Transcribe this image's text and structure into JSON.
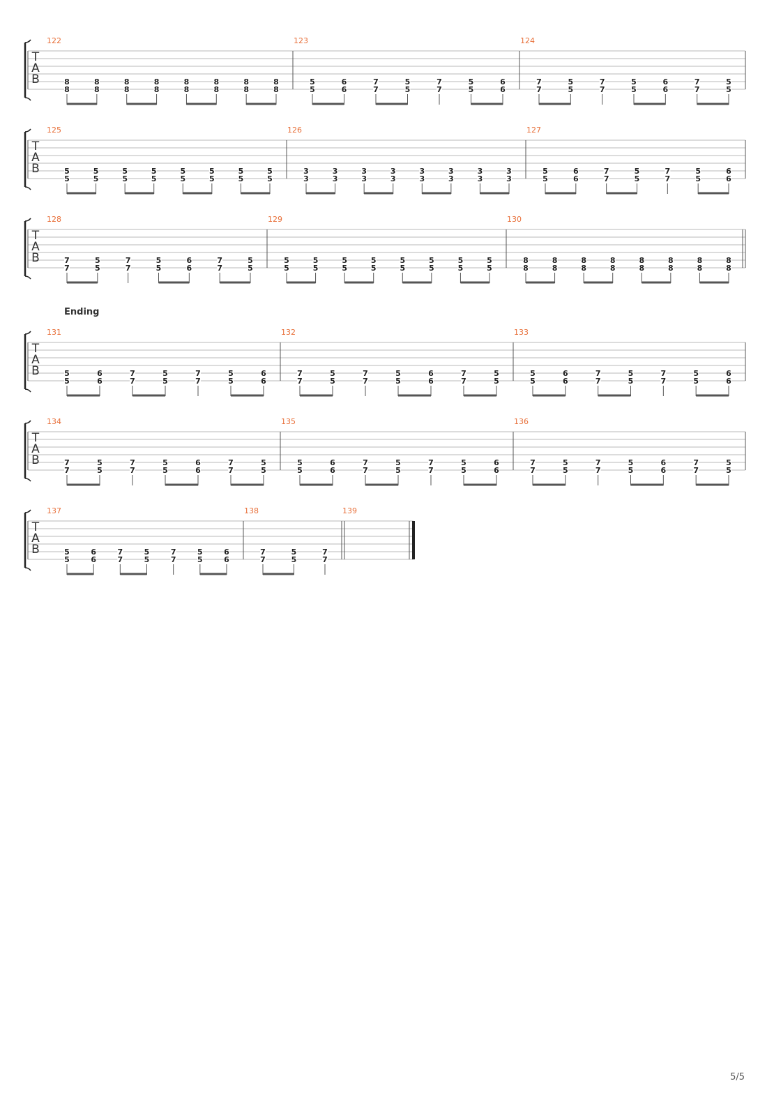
{
  "tab_clef": [
    "T",
    "A",
    "B"
  ],
  "section_marker": "Ending",
  "page_number": "5/5",
  "colors": {
    "measure_number": "#e8703a",
    "staff_line": "#b8b8b8",
    "ink": "#222222",
    "beam": "#555555"
  },
  "systems": [
    {
      "measures": [
        {
          "number": "122",
          "columns": [
            [
              "8",
              "8"
            ],
            [
              "8",
              "8"
            ],
            [
              "8",
              "8"
            ],
            [
              "8",
              "8"
            ],
            [
              "8",
              "8"
            ],
            [
              "8",
              "8"
            ],
            [
              "8",
              "8"
            ],
            [
              "8",
              "8"
            ]
          ],
          "groups": [
            [
              0,
              1
            ],
            [
              2,
              3
            ],
            [
              4,
              5
            ],
            [
              6,
              7
            ]
          ]
        },
        {
          "number": "123",
          "columns": [
            [
              "5",
              "5"
            ],
            [
              "6",
              "6"
            ],
            [
              "7",
              "7"
            ],
            [
              "5",
              "5"
            ],
            [
              "7",
              "7"
            ],
            [
              "5",
              "5"
            ],
            [
              "6",
              "6"
            ]
          ],
          "groups": [
            [
              0,
              1
            ],
            [
              2,
              3
            ],
            [
              4
            ],
            [
              5,
              6
            ]
          ]
        },
        {
          "number": "124",
          "columns": [
            [
              "7",
              "7"
            ],
            [
              "5",
              "5"
            ],
            [
              "7",
              "7"
            ],
            [
              "5",
              "5"
            ],
            [
              "6",
              "6"
            ],
            [
              "7",
              "7"
            ],
            [
              "5",
              "5"
            ]
          ],
          "groups": [
            [
              0,
              1
            ],
            [
              2
            ],
            [
              3,
              4
            ],
            [
              5,
              6
            ]
          ]
        }
      ]
    },
    {
      "measures": [
        {
          "number": "125",
          "columns": [
            [
              "5",
              "5"
            ],
            [
              "5",
              "5"
            ],
            [
              "5",
              "5"
            ],
            [
              "5",
              "5"
            ],
            [
              "5",
              "5"
            ],
            [
              "5",
              "5"
            ],
            [
              "5",
              "5"
            ],
            [
              "5",
              "5"
            ]
          ],
          "groups": [
            [
              0,
              1
            ],
            [
              2,
              3
            ],
            [
              4,
              5
            ],
            [
              6,
              7
            ]
          ]
        },
        {
          "number": "126",
          "columns": [
            [
              "3",
              "3"
            ],
            [
              "3",
              "3"
            ],
            [
              "3",
              "3"
            ],
            [
              "3",
              "3"
            ],
            [
              "3",
              "3"
            ],
            [
              "3",
              "3"
            ],
            [
              "3",
              "3"
            ],
            [
              "3",
              "3"
            ]
          ],
          "groups": [
            [
              0,
              1
            ],
            [
              2,
              3
            ],
            [
              4,
              5
            ],
            [
              6,
              7
            ]
          ]
        },
        {
          "number": "127",
          "columns": [
            [
              "5",
              "5"
            ],
            [
              "6",
              "6"
            ],
            [
              "7",
              "7"
            ],
            [
              "5",
              "5"
            ],
            [
              "7",
              "7"
            ],
            [
              "5",
              "5"
            ],
            [
              "6",
              "6"
            ]
          ],
          "groups": [
            [
              0,
              1
            ],
            [
              2,
              3
            ],
            [
              4
            ],
            [
              5,
              6
            ]
          ]
        }
      ]
    },
    {
      "measures": [
        {
          "number": "128",
          "columns": [
            [
              "7",
              "7"
            ],
            [
              "5",
              "5"
            ],
            [
              "7",
              "7"
            ],
            [
              "5",
              "5"
            ],
            [
              "6",
              "6"
            ],
            [
              "7",
              "7"
            ],
            [
              "5",
              "5"
            ]
          ],
          "groups": [
            [
              0,
              1
            ],
            [
              2
            ],
            [
              3,
              4
            ],
            [
              5,
              6
            ]
          ]
        },
        {
          "number": "129",
          "columns": [
            [
              "5",
              "5"
            ],
            [
              "5",
              "5"
            ],
            [
              "5",
              "5"
            ],
            [
              "5",
              "5"
            ],
            [
              "5",
              "5"
            ],
            [
              "5",
              "5"
            ],
            [
              "5",
              "5"
            ],
            [
              "5",
              "5"
            ]
          ],
          "groups": [
            [
              0,
              1
            ],
            [
              2,
              3
            ],
            [
              4,
              5
            ],
            [
              6,
              7
            ]
          ]
        },
        {
          "number": "130",
          "columns": [
            [
              "8",
              "8"
            ],
            [
              "8",
              "8"
            ],
            [
              "8",
              "8"
            ],
            [
              "8",
              "8"
            ],
            [
              "8",
              "8"
            ],
            [
              "8",
              "8"
            ],
            [
              "8",
              "8"
            ],
            [
              "8",
              "8"
            ]
          ],
          "groups": [
            [
              0,
              1
            ],
            [
              2,
              3
            ],
            [
              4,
              5
            ],
            [
              6,
              7
            ]
          ]
        }
      ]
    },
    {
      "measures": [
        {
          "number": "131",
          "columns": [
            [
              "5",
              "5"
            ],
            [
              "6",
              "6"
            ],
            [
              "7",
              "7"
            ],
            [
              "5",
              "5"
            ],
            [
              "7",
              "7"
            ],
            [
              "5",
              "5"
            ],
            [
              "6",
              "6"
            ]
          ],
          "groups": [
            [
              0,
              1
            ],
            [
              2,
              3
            ],
            [
              4
            ],
            [
              5,
              6
            ]
          ]
        },
        {
          "number": "132",
          "columns": [
            [
              "7",
              "7"
            ],
            [
              "5",
              "5"
            ],
            [
              "7",
              "7"
            ],
            [
              "5",
              "5"
            ],
            [
              "6",
              "6"
            ],
            [
              "7",
              "7"
            ],
            [
              "5",
              "5"
            ]
          ],
          "groups": [
            [
              0,
              1
            ],
            [
              2
            ],
            [
              3,
              4
            ],
            [
              5,
              6
            ]
          ]
        },
        {
          "number": "133",
          "columns": [
            [
              "5",
              "5"
            ],
            [
              "6",
              "6"
            ],
            [
              "7",
              "7"
            ],
            [
              "5",
              "5"
            ],
            [
              "7",
              "7"
            ],
            [
              "5",
              "5"
            ],
            [
              "6",
              "6"
            ]
          ],
          "groups": [
            [
              0,
              1
            ],
            [
              2,
              3
            ],
            [
              4
            ],
            [
              5,
              6
            ]
          ]
        }
      ]
    },
    {
      "measures": [
        {
          "number": "134",
          "columns": [
            [
              "7",
              "7"
            ],
            [
              "5",
              "5"
            ],
            [
              "7",
              "7"
            ],
            [
              "5",
              "5"
            ],
            [
              "6",
              "6"
            ],
            [
              "7",
              "7"
            ],
            [
              "5",
              "5"
            ]
          ],
          "groups": [
            [
              0,
              1
            ],
            [
              2
            ],
            [
              3,
              4
            ],
            [
              5,
              6
            ]
          ]
        },
        {
          "number": "135",
          "columns": [
            [
              "5",
              "5"
            ],
            [
              "6",
              "6"
            ],
            [
              "7",
              "7"
            ],
            [
              "5",
              "5"
            ],
            [
              "7",
              "7"
            ],
            [
              "5",
              "5"
            ],
            [
              "6",
              "6"
            ]
          ],
          "groups": [
            [
              0,
              1
            ],
            [
              2,
              3
            ],
            [
              4
            ],
            [
              5,
              6
            ]
          ]
        },
        {
          "number": "136",
          "columns": [
            [
              "7",
              "7"
            ],
            [
              "5",
              "5"
            ],
            [
              "7",
              "7"
            ],
            [
              "5",
              "5"
            ],
            [
              "6",
              "6"
            ],
            [
              "7",
              "7"
            ],
            [
              "5",
              "5"
            ]
          ],
          "groups": [
            [
              0,
              1
            ],
            [
              2
            ],
            [
              3,
              4
            ],
            [
              5,
              6
            ]
          ]
        }
      ]
    },
    {
      "measures": [
        {
          "number": "137",
          "columns": [
            [
              "5",
              "5"
            ],
            [
              "6",
              "6"
            ],
            [
              "7",
              "7"
            ],
            [
              "5",
              "5"
            ],
            [
              "7",
              "7"
            ],
            [
              "5",
              "5"
            ],
            [
              "6",
              "6"
            ]
          ],
          "groups": [
            [
              0,
              1
            ],
            [
              2,
              3
            ],
            [
              4
            ],
            [
              5,
              6
            ]
          ]
        },
        {
          "number": "138",
          "columns": [
            [
              "7",
              "7"
            ],
            [
              "5",
              "5"
            ],
            [
              "7",
              "7"
            ]
          ],
          "groups": [
            [
              0,
              1
            ],
            [
              2
            ]
          ]
        },
        {
          "number": "139",
          "columns": [],
          "groups": []
        }
      ]
    }
  ]
}
